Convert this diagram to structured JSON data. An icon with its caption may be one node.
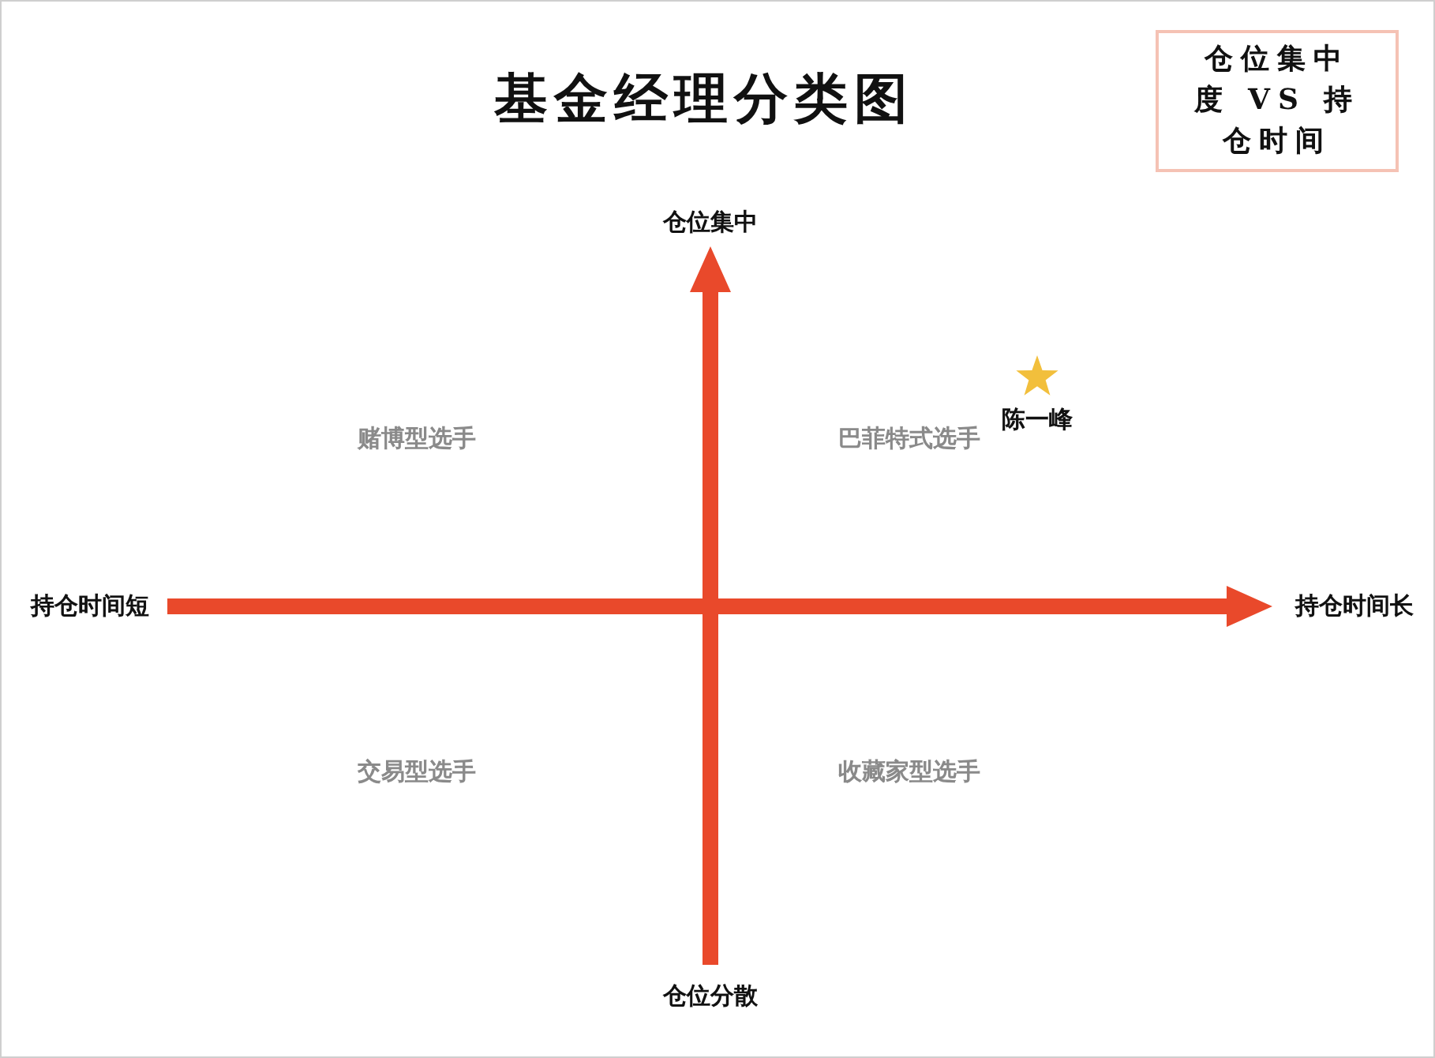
{
  "diagram": {
    "title": "基金经理分类图",
    "nodes": [
      {
        "text": [
          "仓位集中度 VS 持仓时间"
        ]
      },
      {
        "text": [],
        "shape": "star",
        "beside": [
          "陈一峰"
        ]
      }
    ],
    "labels": [
      "仓位集中",
      "赌博型选手",
      "巴菲特式选手",
      "持仓时间短",
      "持仓时间长",
      "交易型选手",
      "收藏家型选手",
      "仓位分散"
    ]
  }
}
